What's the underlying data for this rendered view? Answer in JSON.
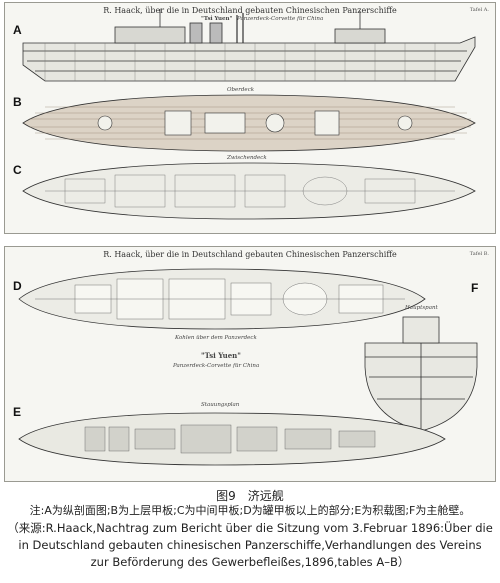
{
  "plate_top": {
    "title": "R. Haack, über die in Deutschland gebauten Chinesischen Panzerschiffe",
    "tag": "Tafel A.",
    "label_a": "A",
    "label_b": "B",
    "label_c": "C",
    "ship_name": "\"Tsi Yuen\"",
    "ship_type": "Panzerdeck-Corvette für China",
    "deck_b": "Oberdeck",
    "deck_c": "Zwischendeck"
  },
  "plate_bottom": {
    "title": "R. Haack, über die in Deutschland gebauten Chinesischen Panzerschiffe",
    "tag": "Tafel B.",
    "label_d": "D",
    "label_e": "E",
    "label_f": "F",
    "ship_name": "\"Tsi Yuen\"",
    "ship_type": "Panzerdeck-Corvette für China",
    "deck_d": "Kohlen über dem Panzerdeck",
    "deck_e": "Stauungsplan",
    "section_f": "Hauptspant"
  },
  "figure_number": "图9　济远舰",
  "note": "注:A为纵剖面图;B为上层甲板;C为中间甲板;D为罐甲板以上的部分;E为积载图;F为主舱壁。",
  "source_line1": "（来源:R.Haack,Nachtrag zum Bericht über die Sitzung vom 3.Februar 1896:Über die",
  "source_line2": "in Deutschland gebauten chinesischen Panzerschiffe,Verhandlungen des Vereins",
  "source_line3": "zur Beförderung des Gewerbefleißes,1896,tables A–B）"
}
